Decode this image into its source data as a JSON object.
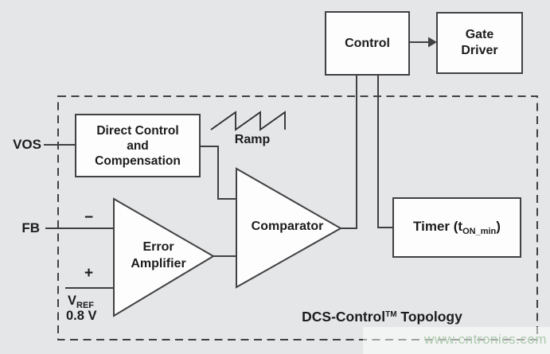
{
  "diagram": {
    "caption": {
      "name": "DCS-Control",
      "tm": "TM",
      "rest": " Topology"
    },
    "watermark": "www.cntronics.com",
    "blocks": {
      "control": "Control",
      "gate_driver_line1": "Gate",
      "gate_driver_line2": "Driver",
      "direct_control_line1": "Direct Control",
      "direct_control_line2": "and",
      "direct_control_line3": "Compensation",
      "error_amp_line1": "Error",
      "error_amp_line2": "Amplifier",
      "comparator": "Comparator",
      "timer_prefix": "Timer (t",
      "timer_sub": "ON_min",
      "timer_suffix": ")"
    },
    "labels": {
      "vos": "VOS",
      "fb": "FB",
      "ramp": "Ramp",
      "minus": "−",
      "plus": "+",
      "vref_main": "V",
      "vref_sub": "REF",
      "vref_value": "0.8 V"
    },
    "colors": {
      "background": "#e5e6e7",
      "line": "#414042",
      "box_fill": "#fdfdfd",
      "text": "#1c1c1e",
      "watermark_green": "#aecbae"
    }
  }
}
